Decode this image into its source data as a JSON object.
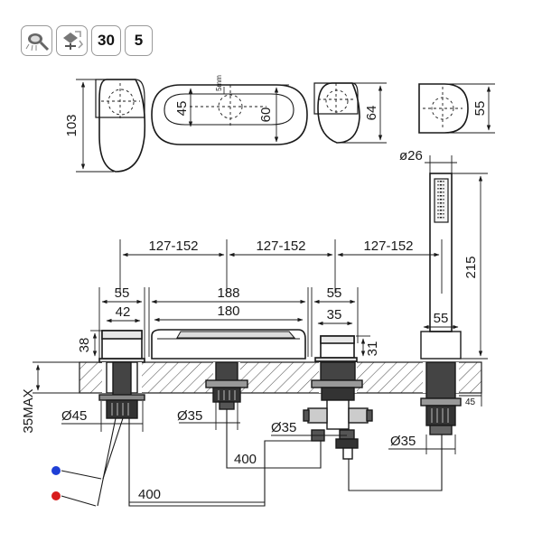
{
  "badges": [
    {
      "icon": "handshower-icon"
    },
    {
      "icon": "cartridge-icon"
    },
    {
      "label": "30"
    },
    {
      "label": "5"
    }
  ],
  "top_views": {
    "height_103": "103",
    "dim_45": "45",
    "dim_5mm": "5mm",
    "dim_60": "60",
    "dim_64": "64",
    "dim_55": "55"
  },
  "handshower": {
    "diameter": "ø26",
    "height": "215",
    "width": "55"
  },
  "spacing": [
    "127-152",
    "127-152",
    "127-152"
  ],
  "mixer": {
    "left_handle_width": "55",
    "left_handle_inner": "42",
    "left_handle_height": "38",
    "spout_outer": "188",
    "spout_inner": "180",
    "right_handle_width": "55",
    "right_handle_inner": "35",
    "right_handle_height": "31",
    "deck_thickness": "35MAX",
    "hole_side": "45"
  },
  "holes": {
    "left": "Ø45",
    "spout": "Ø35",
    "valve": "Ø35",
    "shower": "Ø35"
  },
  "pipes": {
    "cold_color": "#1f3fd6",
    "hot_color": "#d81b1b",
    "length_1": "400",
    "length_2": "400"
  }
}
